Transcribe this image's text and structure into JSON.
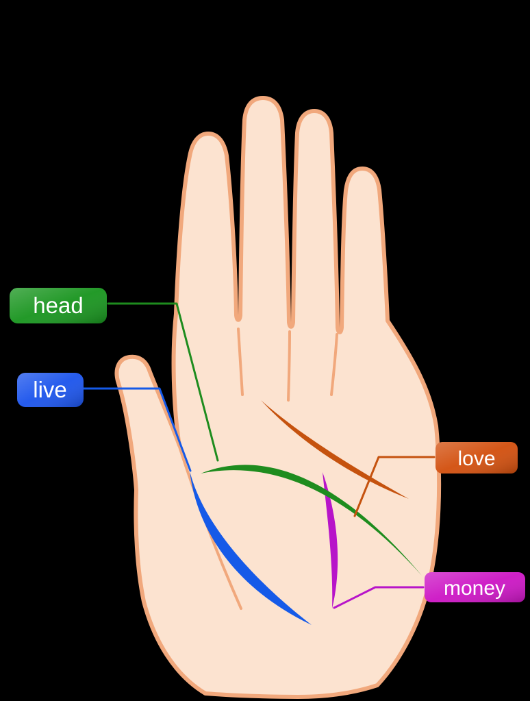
{
  "labels": {
    "head": {
      "text": "head"
    },
    "live": {
      "text": "live"
    },
    "love": {
      "text": "love"
    },
    "money": {
      "text": "money"
    }
  },
  "colors": {
    "background": "#000000",
    "hand_fill": "#FCE3D0",
    "hand_outline": "#F1A87C",
    "head_label": "#17941D",
    "head_line": "#1E8C1E",
    "live_label": "#1A53EC",
    "live_line": "#155AE8",
    "love_label": "#D24E0C",
    "love_line": "#C5520E",
    "money_label": "#CC14C4",
    "money_line": "#B714C9"
  }
}
